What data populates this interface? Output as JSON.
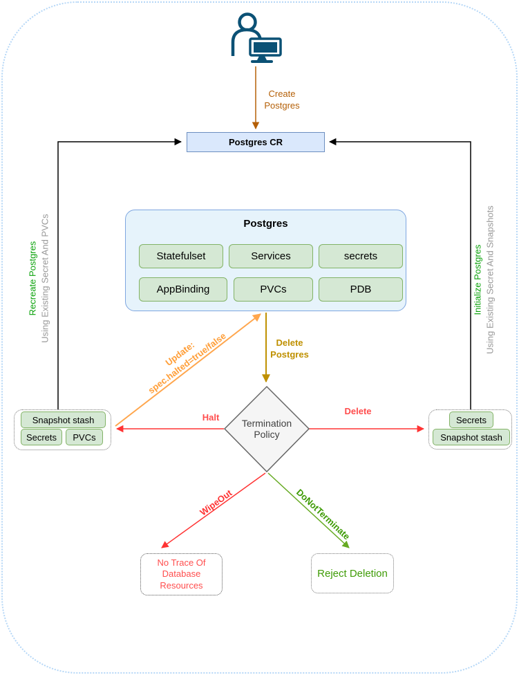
{
  "actor": {
    "icon": "user-with-computer"
  },
  "nodes": {
    "postgres_cr": "Postgres CR",
    "postgres_group": {
      "title": "Postgres",
      "components": [
        "Statefulset",
        "Services",
        "secrets",
        "AppBinding",
        "PVCs",
        "PDB"
      ]
    },
    "termination_policy": "Termination\nPolicy",
    "halt_result": {
      "items": [
        "Snapshot stash",
        "Secrets",
        "PVCs"
      ]
    },
    "delete_result": {
      "items": [
        "Secrets",
        "Snapshot stash"
      ]
    },
    "wipeout_result": "No Trace Of\nDatabase\nResources",
    "donotterminate_result": "Reject Deletion"
  },
  "edges": {
    "create": "Create\nPostgres",
    "update": "Update:\nspec.halted=true/false",
    "delete_postgres": "Delete\nPostgres",
    "halt": "Halt",
    "delete": "Delete",
    "wipeout": "WipeOut",
    "donotterminate": "DoNotTerminate"
  },
  "side_notes": {
    "left": {
      "title": "Recreate Postgres",
      "subtitle": "Using Existing Secret And PVCs"
    },
    "right": {
      "title": "Initialize Postgres",
      "subtitle": "Using Existing Secret And Snapshots"
    }
  },
  "colors": {
    "actor_icon": "#0b5175",
    "create_edge": "#b45f06",
    "update_edge": "#ffa64d",
    "delete_postgres_edge": "#bf9000",
    "red_edge": "#ff3333",
    "green_edge": "#66aa22",
    "black_edge": "#000000",
    "postgres_cr_fill": "#dae8fc",
    "postgres_cr_stroke": "#6c8ebf",
    "group_fill": "#e6f3fb",
    "group_stroke": "#7ea6e0",
    "component_fill": "#d5e8d4",
    "component_stroke": "#82b366",
    "decision_fill": "#f5f5f5",
    "decision_stroke": "#666666",
    "side_green_text": "#0aa20a",
    "side_gray_text": "#999999",
    "outer_border": "#b5d7f7"
  }
}
